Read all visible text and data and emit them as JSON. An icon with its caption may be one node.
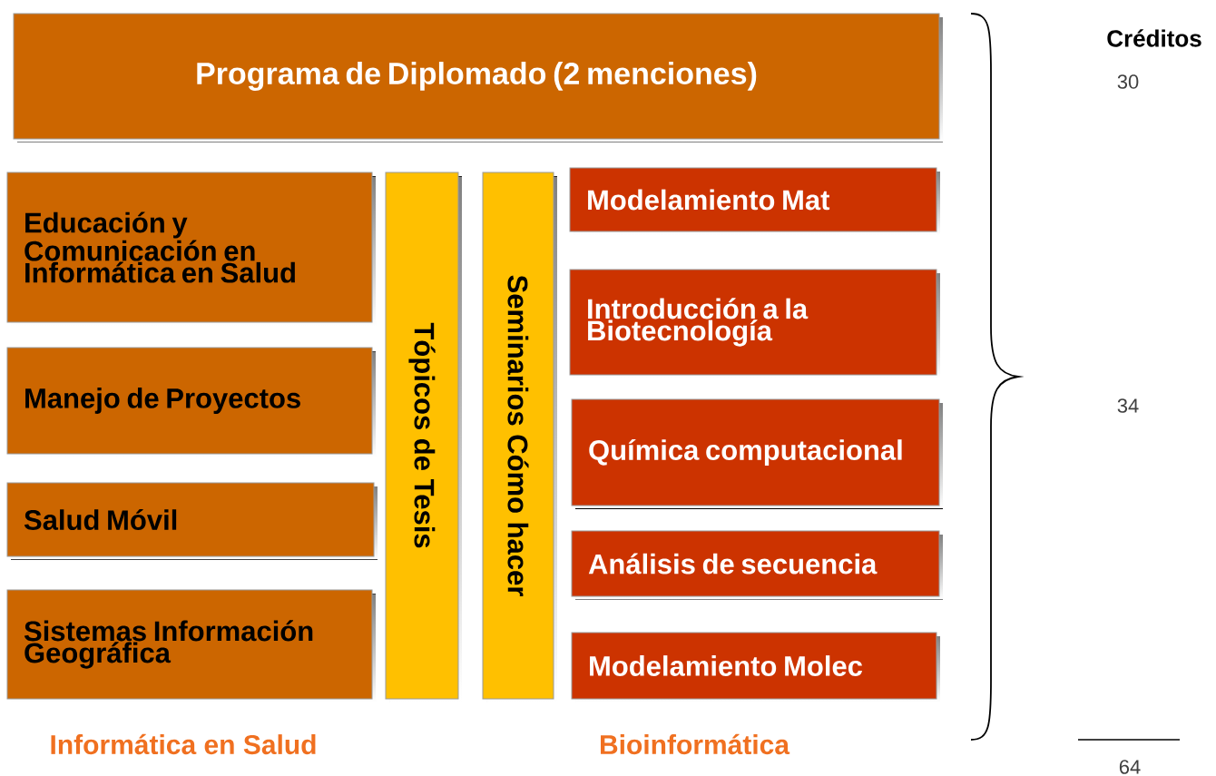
{
  "diagram": {
    "nodes": [
      {
        "text": [
          "Programa de Diplomado (2 menciones)"
        ]
      },
      {
        "text": [
          "Educación y Comunicación en Informática en Salud"
        ]
      },
      {
        "text": [
          "Manejo de Proyectos"
        ]
      },
      {
        "text": [
          "Salud Móvil"
        ]
      },
      {
        "text": [
          "Sistemas Información Geográfica"
        ]
      },
      {
        "text": [
          "Tópicos de Tesis"
        ]
      },
      {
        "text": [
          "Seminarios Cómo hacer"
        ]
      },
      {
        "text": [
          "Modelamiento Mat"
        ]
      },
      {
        "text": [
          "Introducción a la Biotecnología"
        ]
      },
      {
        "text": [
          "Química computacional"
        ]
      },
      {
        "text": [
          "Análisis de secuencia"
        ]
      },
      {
        "text": [
          "Modelamiento Molec"
        ]
      }
    ],
    "labels": [
      "Créditos",
      "30",
      "34",
      "64",
      "Informática en Salud",
      "Bioinformática"
    ]
  }
}
